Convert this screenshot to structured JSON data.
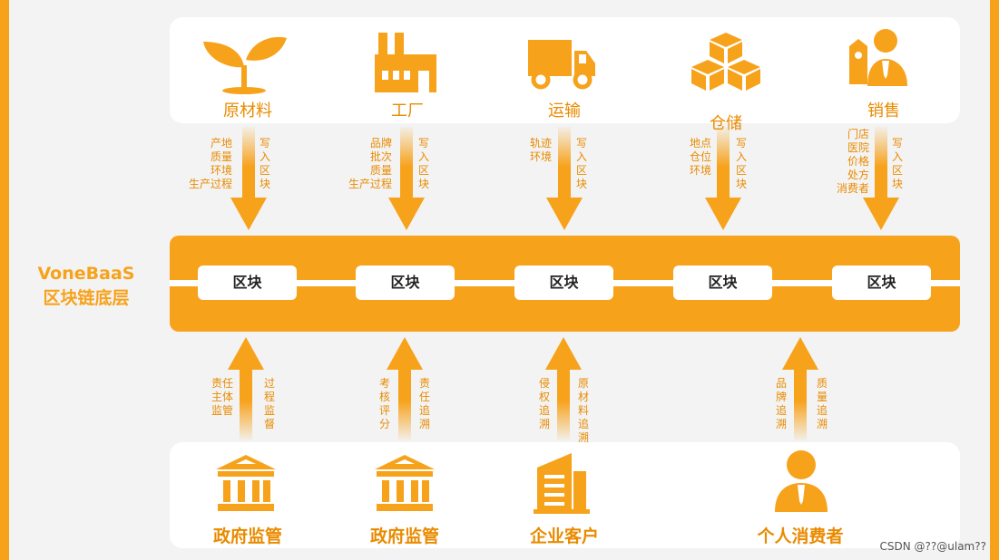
{
  "colors": {
    "accent": "#f7a21b",
    "text_accent": "#e98b00",
    "panel": "#ffffff",
    "background": "#f3f3f3"
  },
  "top_items": [
    {
      "label": "原材料",
      "icon": "sprout-icon",
      "left_note": "产地\n质量\n环境\n生产过程",
      "right_note": "写入区块"
    },
    {
      "label": "工厂",
      "icon": "factory-icon",
      "left_note": "品牌\n批次\n质量\n生产过程",
      "right_note": "写入区块"
    },
    {
      "label": "运输",
      "icon": "truck-icon",
      "left_note": "轨迹\n环境",
      "right_note": "写入区块"
    },
    {
      "label": "仓储",
      "icon": "boxes-icon",
      "left_note": "地点\n仓位\n环境",
      "right_note": "写入区块"
    },
    {
      "label": "销售",
      "icon": "salesperson-icon",
      "left_note": "门店\n医院\n价格\n处方\n消费者",
      "right_note": "写入区块"
    }
  ],
  "chain": {
    "title_line1": "VoneBaaS",
    "title_line2": "区块链底层",
    "blocks": [
      "区块",
      "区块",
      "区块",
      "区块",
      "区块"
    ]
  },
  "bottom_items": [
    {
      "label": "政府监管",
      "icon": "government-building-icon",
      "left_text": "责任主体监管",
      "right_text": "过程监督"
    },
    {
      "label": "政府监管",
      "icon": "government-building-icon",
      "left_text": "考核评分",
      "right_text": "责任追溯"
    },
    {
      "label": "企业客户",
      "icon": "office-building-icon",
      "left_text": "侵权追溯",
      "right_text": "原材料追溯"
    },
    {
      "label": "个人消费者",
      "icon": "person-icon",
      "left_text": "品牌追溯",
      "right_text": "质量追溯"
    }
  ],
  "watermark": "CSDN @??@ulam??"
}
